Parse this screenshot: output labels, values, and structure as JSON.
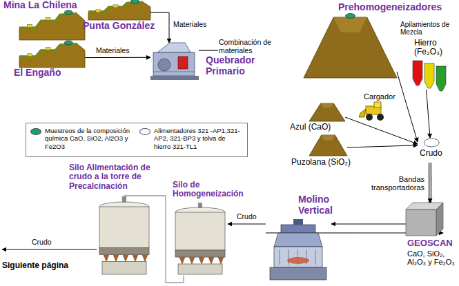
{
  "diagram": {
    "nodes": [
      {
        "text": [
          "Mina La Chilena"
        ]
      },
      {
        "text": [
          "Punta González"
        ]
      },
      {
        "text": [
          "El Engaño"
        ]
      },
      {
        "text": [
          "Quebrador Primario"
        ]
      },
      {
        "text": [
          "Prehomogeneizadores",
          "Apilamientos de Mezcla"
        ]
      },
      {
        "text": [
          "Hierro (Fe₂O₃)"
        ]
      },
      {
        "text": [
          "Azul (CaO)"
        ]
      },
      {
        "text": [
          "Puzolana (SiO₂)"
        ]
      },
      {
        "text": [
          "Crudo"
        ]
      },
      {
        "text": [
          "GEOSCAN",
          "CaO, SiO₂, Al₂O₃ y Fe₂O₃"
        ]
      },
      {
        "text": [
          "Molino Vertical"
        ]
      },
      {
        "text": [
          "Silo de Homogeneización"
        ]
      },
      {
        "text": [
          "Silo Alimentación de crudo a la torre de Precalcinación"
        ]
      },
      {
        "text": [
          "Siguiente página"
        ]
      }
    ],
    "edges": [
      {
        "from": 1,
        "to": 3,
        "arrow": "to",
        "label": "Materiales"
      },
      {
        "from": 2,
        "to": 3,
        "arrow": "to",
        "label": "Materiales"
      },
      {
        "from": 3,
        "to": 4,
        "arrow": "to",
        "label": "Combinación de materiales"
      },
      {
        "from": 4,
        "to": 8,
        "arrow": "to"
      },
      {
        "from": 5,
        "to": 8,
        "arrow": "to"
      },
      {
        "from": 6,
        "to": 8,
        "arrow": "to"
      },
      {
        "from": 7,
        "to": 8,
        "arrow": "to"
      },
      {
        "from": 8,
        "to": 9,
        "arrow": "to",
        "label": "Bandas transportadoras"
      },
      {
        "from": 9,
        "to": 10,
        "arrow": "to"
      },
      {
        "from": 10,
        "to": 9,
        "arrow": "to"
      },
      {
        "from": 10,
        "to": 11,
        "arrow": "to",
        "label": "Crudo"
      },
      {
        "from": 11,
        "to": 12,
        "arrow": "to"
      },
      {
        "from": 12,
        "to": 13,
        "arrow": "to",
        "label": "Crudo"
      }
    ],
    "labels": [
      "Cargador"
    ],
    "legend": [
      {
        "text": "Muestreos de la composición química CaO, SiO2, Al2O3 y Fe2O3",
        "color": "#1f9e6a"
      },
      {
        "text": "Alimentadores 321 -AP1,321-AP2, 321-BP3 y tolva de hierro 321-TL1",
        "color": "#ffffff"
      }
    ]
  }
}
